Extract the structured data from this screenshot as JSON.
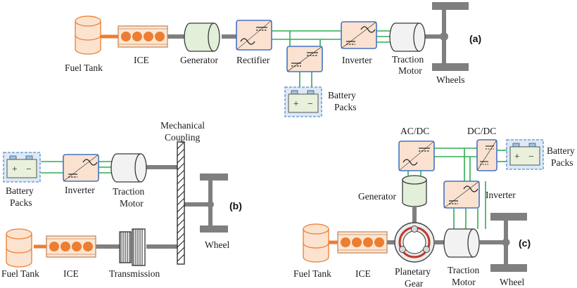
{
  "panel_a": {
    "tag": "(a)",
    "labels": {
      "fuel_tank": "Fuel Tank",
      "ice": "ICE",
      "generator": "Generator",
      "rectifier": "Rectifier",
      "inverter": "Inverter",
      "traction_motor": [
        "Traction",
        "Motor"
      ],
      "wheels": "Wheels",
      "battery_packs": [
        "Battery",
        "Packs"
      ]
    }
  },
  "panel_b": {
    "tag": "(b)",
    "labels": {
      "mechanical_coupling": [
        "Mechanical",
        "Coupling"
      ],
      "battery_packs": [
        "Battery",
        "Packs"
      ],
      "inverter": "Inverter",
      "traction_motor": [
        "Traction",
        "Motor"
      ],
      "wheel": "Wheel",
      "fuel_tank": "Fuel Tank",
      "ice": "ICE",
      "transmission": "Transmission"
    }
  },
  "panel_c": {
    "tag": "(c)",
    "labels": {
      "ac_dc": "AC/DC",
      "dc_dc": "DC/DC",
      "battery_packs": [
        "Battery",
        "Packs"
      ],
      "generator": "Generator",
      "inverter": "Inverter",
      "fuel_tank": "Fuel Tank",
      "ice": "ICE",
      "planetary_gear": [
        "Planetary",
        "Gear"
      ],
      "traction_motor": [
        "Traction",
        "Motor"
      ],
      "wheel": "Wheel"
    }
  },
  "symbols": {
    "plus": "+",
    "minus": "−"
  },
  "colors": {
    "fuel_line": "#ed7d31",
    "electric_line": "#2fae52",
    "shaft": "#7f7f7f",
    "converter_fill": "#fbe2d0",
    "converter_border": "#4472c4",
    "battery_border": "#5b8fc9"
  }
}
